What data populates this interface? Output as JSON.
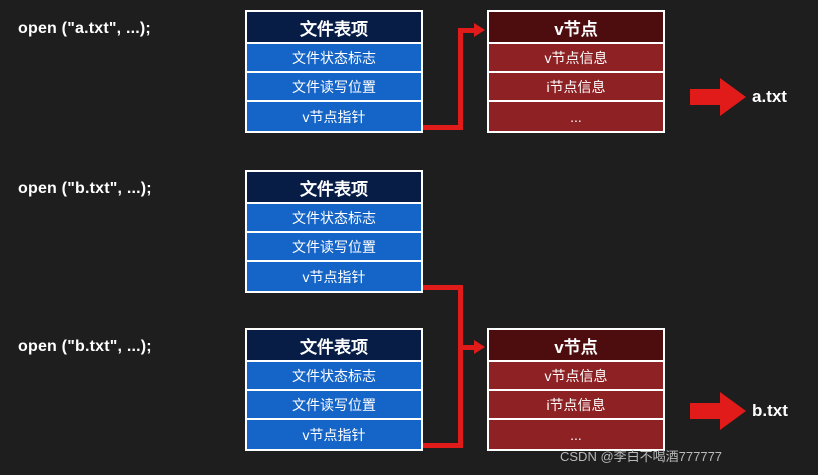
{
  "diagram": {
    "background_color": "#1e1e1e",
    "accent_red": "#e01b19",
    "blue_header": "#081d46",
    "blue_row": "#1565c8",
    "red_header": "#4d0d0f",
    "red_row": "#8d2123",
    "calls": [
      {
        "label": "open (\"a.txt\", ...);"
      },
      {
        "label": "open (\"b.txt\", ...);"
      },
      {
        "label": "open (\"b.txt\", ...);"
      }
    ],
    "file_tables": [
      {
        "title": "文件表项",
        "rows": [
          "文件状态标志",
          "文件读写位置",
          "v节点指针"
        ]
      },
      {
        "title": "文件表项",
        "rows": [
          "文件状态标志",
          "文件读写位置",
          "v节点指针"
        ]
      },
      {
        "title": "文件表项",
        "rows": [
          "文件状态标志",
          "文件读写位置",
          "v节点指针"
        ]
      }
    ],
    "vnodes": [
      {
        "title": "v节点",
        "rows": [
          "v节点信息",
          "i节点信息",
          "..."
        ]
      },
      {
        "title": "v节点",
        "rows": [
          "v节点信息",
          "i节点信息",
          "..."
        ]
      }
    ],
    "results": [
      {
        "label": "a.txt"
      },
      {
        "label": "b.txt"
      }
    ],
    "watermark": "CSDN @李白不喝酒777777"
  }
}
